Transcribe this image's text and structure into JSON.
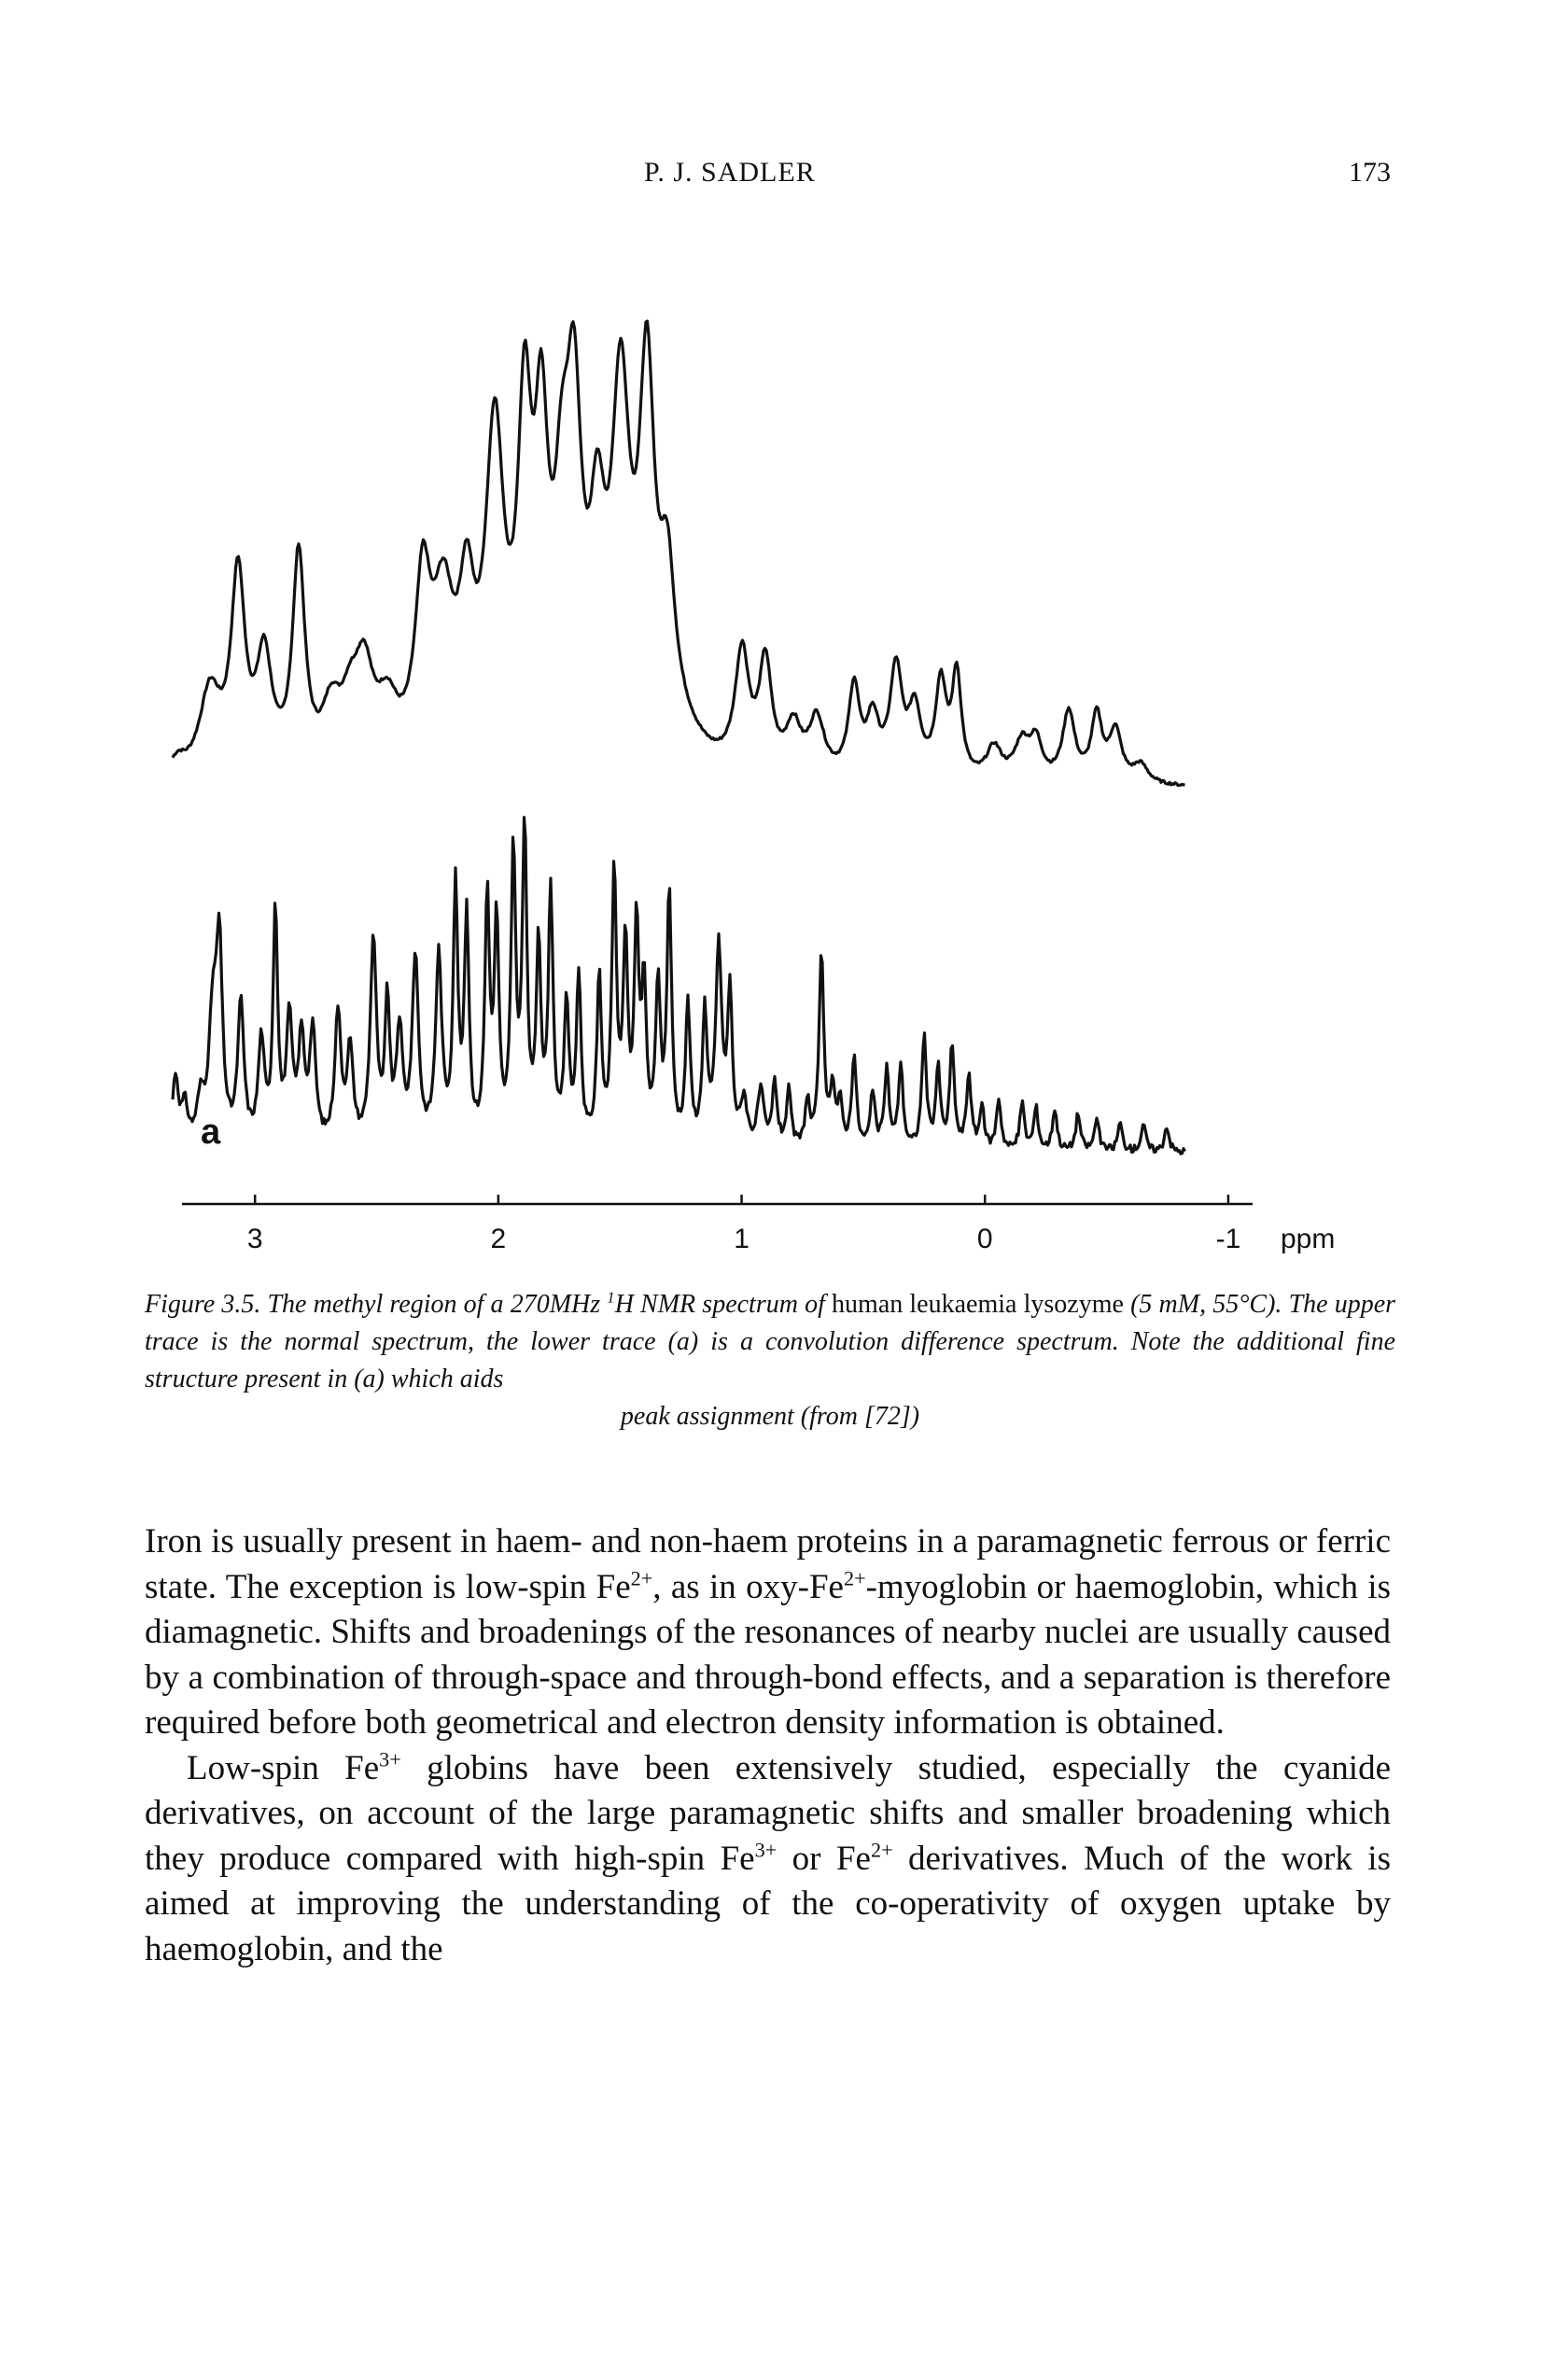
{
  "header": {
    "running_head": "P. J. SADLER",
    "page_number": "173"
  },
  "figure": {
    "trace_label": "a",
    "axis": {
      "unit": "ppm",
      "ticks": [
        "3",
        "2",
        "1",
        "0",
        "-1"
      ],
      "range": [
        3.3,
        -1.1
      ]
    },
    "caption": {
      "label": "Figure 3.5.",
      "part1": "The methyl region of a 270MHz ",
      "sup1": "1",
      "part2": "H NMR spectrum of",
      "part3": "human leukaemia lysozyme",
      "part4": "(5 mM, 55°C). The upper trace is the normal spectrum, the lower trace (a) is a convolution difference spectrum. Note the additional fine structure present in (a) which aids",
      "part5": "peak assignment (from [72])"
    }
  },
  "body": {
    "p1": {
      "s1": "Iron is usually present in haem- and non-haem proteins in a paramagnetic ferrous or ferric state. The exception is low-spin Fe",
      "sup1": "2+",
      "s2": ", as in oxy-Fe",
      "sup2": "2+",
      "s3": "-myoglobin or haemoglobin, which is diamagnetic. Shifts and broadenings of the resonances of nearby nuclei are usually caused by a combination of through-space and through-bond effects, and a separation is therefore required before both geometrical and electron density information is obtained."
    },
    "p2": {
      "s1": "Low-spin Fe",
      "sup1": "3+",
      "s2": " globins have been extensively studied, especially the cyanide derivatives, on account of the large paramagnetic shifts and smaller broadening which they produce compared with high-spin Fe",
      "sup2": "3+",
      "s3": " or Fe",
      "sup3": "2+",
      "s4": " derivatives. Much of the work is aimed at improving the understanding of the co-operativity of oxygen uptake by haemoglobin, and the"
    }
  }
}
